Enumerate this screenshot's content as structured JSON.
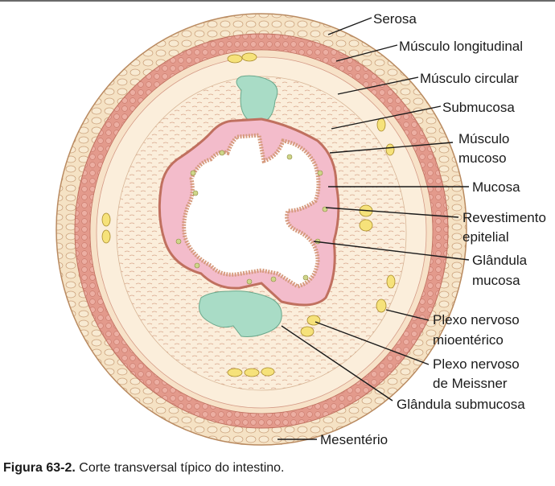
{
  "labels": {
    "serosa": "Serosa",
    "musculo_longitudinal": "Músculo longitudinal",
    "musculo_circular": "Músculo circular",
    "submucosa": "Submucosa",
    "musculo_mucoso_1": "Músculo",
    "musculo_mucoso_2": "mucoso",
    "mucosa": "Mucosa",
    "revestimento_1": "Revestimento",
    "revestimento_2": "epitelial",
    "glandula_mucosa_1": "Glândula",
    "glandula_mucosa_2": "mucosa",
    "plexo_mio_1": "Plexo nervoso",
    "plexo_mio_2": "mioentérico",
    "plexo_meissner_1": "Plexo nervoso",
    "plexo_meissner_2": "de Meissner",
    "glandula_submucosa": "Glândula submucosa",
    "mesenterio": "Mesentério"
  },
  "caption": {
    "figure": "Figura 63-2.",
    "text": " Corte transversal típico do intestino."
  },
  "colors": {
    "serosa": "#f3d9b8",
    "muscle": "#e39a8c",
    "submucosa": "#fbeedb",
    "mucosa": "#f3bccb",
    "epithelium": "#fff6ea",
    "gland": "#a9dcc6",
    "plexus": "#f6e27a",
    "lumen": "#ffffff"
  }
}
